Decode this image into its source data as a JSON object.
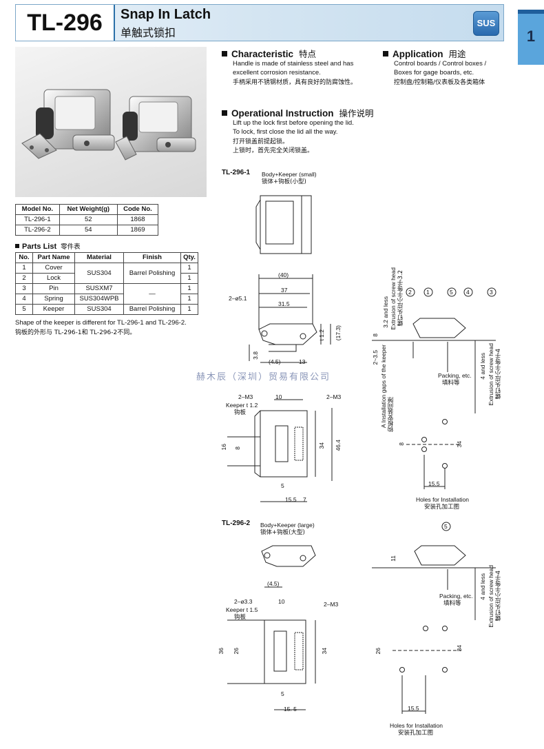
{
  "header": {
    "model": "TL-296",
    "title_en": "Snap In Latch",
    "title_cn": "单触式锁扣",
    "badge": "SUS",
    "tab_number": "1"
  },
  "characteristic": {
    "title": "Characteristic",
    "title_cn": "特点",
    "line1": "Handle is made of stainless steel and has",
    "line2": "excellent corrosion resistance.",
    "cn": "手柄采用不锈钢材质，具有良好的防腐蚀性。"
  },
  "application": {
    "title": "Application",
    "title_cn": "用途",
    "line1": "Control boards / Control boxes /",
    "line2": "Boxes for gage boards, etc.",
    "cn": "控制盘/控制箱/仪表板及各类箱体"
  },
  "operation": {
    "title": "Operational Instruction",
    "title_cn": "操作说明",
    "line1": "Lift up the lock first before opening the lid.",
    "line2": "To lock, first close the lid all the way.",
    "cn1": "打开锁盖前提起锁。",
    "cn2": "上锁时，首先完全关闭锁盖。"
  },
  "model_table": {
    "headers": [
      "Model No.",
      "Net Weight(g)",
      "Code No."
    ],
    "rows": [
      [
        "TL-296-1",
        "52",
        "1868"
      ],
      [
        "TL-296-2",
        "54",
        "1869"
      ]
    ]
  },
  "parts": {
    "title": "Parts List",
    "title_cn": "零件表",
    "headers": [
      "No.",
      "Part Name",
      "Material",
      "Finish",
      "Qty."
    ],
    "rows": [
      {
        "no": "1",
        "name": "Cover",
        "qty": "1"
      },
      {
        "no": "2",
        "name": "Lock",
        "qty": "1"
      },
      {
        "no": "3",
        "name": "Pin",
        "material": "SUSXM7",
        "finish": "—",
        "qty": "1"
      },
      {
        "no": "4",
        "name": "Spring",
        "material": "SUS304WPB",
        "qty": "1"
      },
      {
        "no": "5",
        "name": "Keeper",
        "material": "SUS304",
        "finish": "Barrel Polishing",
        "qty": "1"
      }
    ],
    "material_12": "SUS304",
    "finish_12": "Barrel Polishing",
    "note": "Shape of the keeper is different for TL-296-1 and TL-296-2.",
    "note_cn": "钩板的外形与 TL-296-1和 TL-296-2不同。"
  },
  "watermark": "赫木辰（深圳）贸易有限公司",
  "d1": {
    "label": "TL-296-1",
    "caption": "Body+Keeper (small)",
    "caption_cn": "锁体+钩板(小型)",
    "dim_40": "(40)",
    "dim_37": "37",
    "dim_315": "31.5",
    "dim_holes": "2–ø5.1",
    "dim_t12": "t 1.2",
    "dim_173": "(17.3)",
    "dim_38": "3.8",
    "dim_45": "(4.5)",
    "dim_13": "13",
    "m3_left": "2–M3",
    "m3_right": "2–M3",
    "dim_10": "10",
    "keeper": "Keeper t 1.2",
    "keeper_cn": "钩板",
    "dim_16": "16",
    "dim_8": "8",
    "dim_34": "34",
    "dim_464": "46.4",
    "dim_5": "5",
    "dim_155": "15.5",
    "dim_7": "7"
  },
  "side1": {
    "balloons": [
      "2",
      "1",
      "5",
      "4",
      "3"
    ],
    "ext_top": "3.2 and less",
    "ext_top_en": "Extrusion of screw head",
    "ext_top_cn": "螺钉头应小于等于3.2",
    "dim_8": "8",
    "gap": "2~3.5",
    "gap_en": "A Installation gaps of the keeper",
    "gap_cn": "钩板安装间隙",
    "packing": "Packing, etc.",
    "packing_cn": "填料等",
    "ext_right": "4 and less",
    "ext_right_en": "Extrusion of screw head",
    "ext_right_cn": "螺钉头应小于等于4"
  },
  "holes1": {
    "dim_8": "8",
    "dim_34": "34",
    "dim_155": "15.5",
    "caption": "Holes for Installation",
    "caption_cn": "安装孔加工图"
  },
  "d2": {
    "label": "TL-296-2",
    "caption": "Body+Keeper (large)",
    "caption_cn": "锁体+钩板(大型)",
    "dim_45": "(4.5)",
    "holes": "2–ø3.3",
    "dim_10": "10",
    "m3": "2–M3",
    "keeper": "Keeper t 1.5",
    "keeper_cn": "钩板",
    "dim_36": "36",
    "dim_26": "26",
    "dim_34": "34",
    "dim_5": "5",
    "dim_155": "15. 5"
  },
  "side2": {
    "balloon": "5",
    "dim_11": "11",
    "packing": "Packing, etc.",
    "packing_cn": "填料等",
    "ext_right": "4 and less",
    "ext_right_en": "Extrusion of screw head",
    "ext_right_cn": "螺钉头应小于等于4"
  },
  "holes2": {
    "dim_26": "26",
    "dim_34": "34",
    "dim_155": "15.5",
    "caption": "Holes for Installation",
    "caption_cn": "安装孔加工图"
  }
}
